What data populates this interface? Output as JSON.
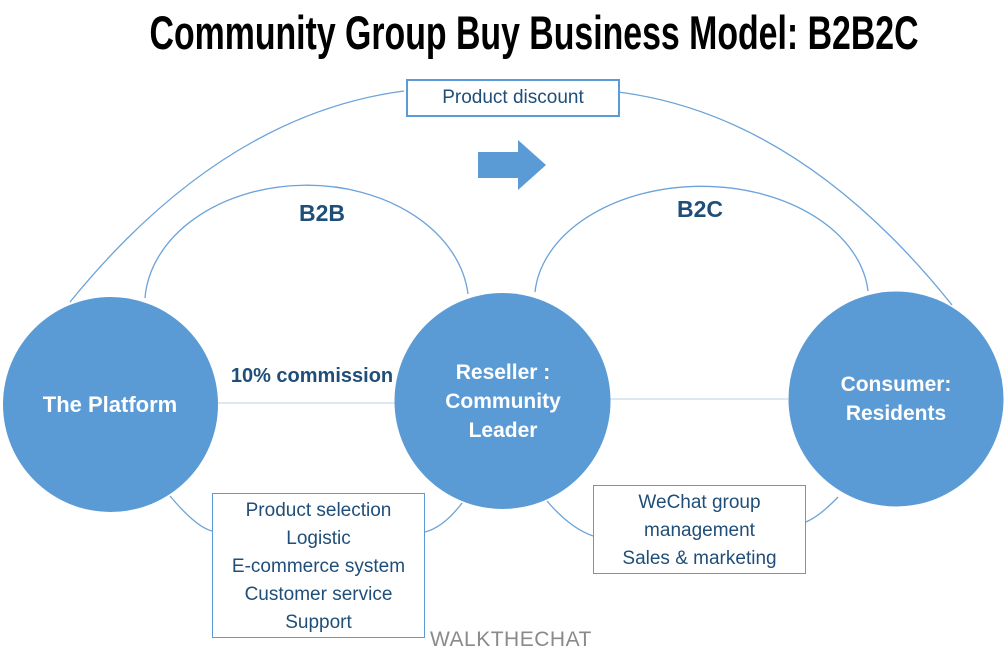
{
  "title": "Community Group Buy Business Model: B2B2C",
  "flow": {
    "discount_label": "Product discount",
    "arrow_icon": "right-arrow",
    "b2b_label": "B2B",
    "b2c_label": "B2C",
    "commission_label": "10% commission"
  },
  "nodes": {
    "platform": {
      "label": "The Platform"
    },
    "reseller": {
      "lines": [
        "Reseller :",
        "Community",
        "Leader"
      ]
    },
    "consumer": {
      "lines": [
        "Consumer:",
        "Residents"
      ]
    }
  },
  "boxes": {
    "platform_services": [
      "Product selection",
      "Logistic",
      "E-commerce system",
      "Customer service",
      "Support"
    ],
    "reseller_services": [
      "WeChat group",
      "management",
      "Sales & marketing"
    ]
  },
  "footer": {
    "brand": "WALKTHECHAT"
  },
  "colors": {
    "node_fill": "#5b9bd5",
    "arc_line": "#6ba3da",
    "light_line": "#c9daeb",
    "text_navy": "#1f4e79",
    "text_white": "#ffffff",
    "brand_gray": "#8a8a8a",
    "title_black": "#000000"
  }
}
